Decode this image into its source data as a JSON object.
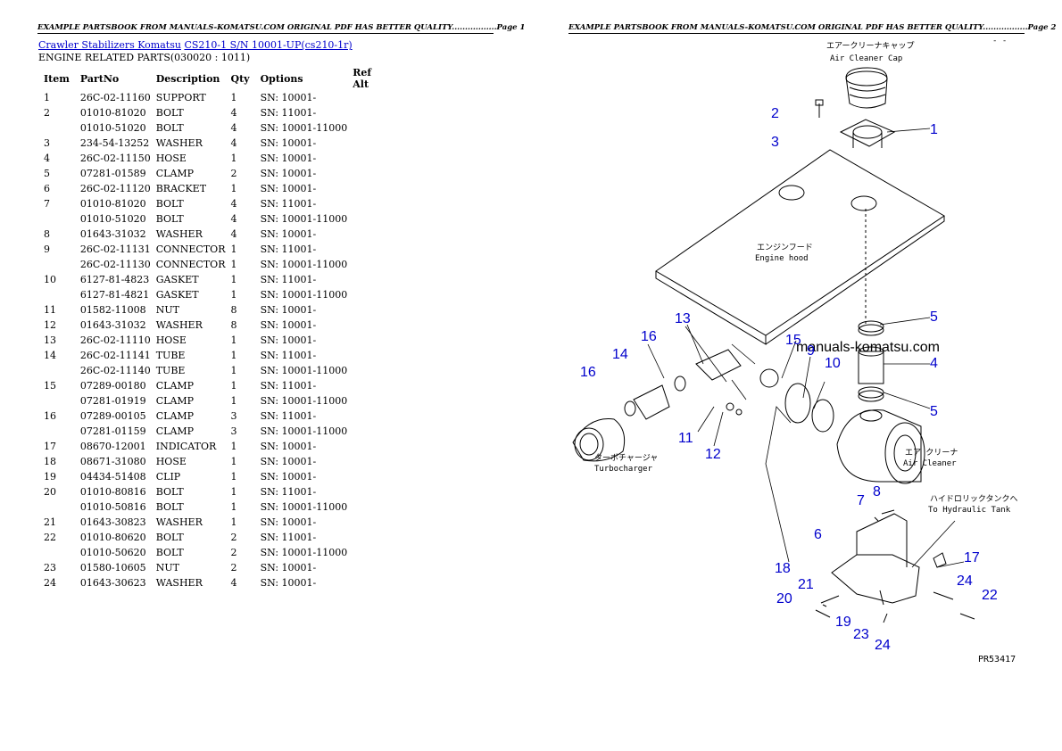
{
  "header": {
    "page1": "EXAMPLE PARTSBOOK FROM MANUALS-KOMATSU.COM ORIGINAL PDF HAS BETTER QUALITY.................Page 1",
    "page2": "EXAMPLE PARTSBOOK FROM MANUALS-KOMATSU.COM ORIGINAL PDF HAS BETTER QUALITY.................Page 2"
  },
  "breadcrumb": {
    "link1": "Crawler Stabilizers Komatsu",
    "link2": "CS210-1 S/N 10001-UP(cs210-1r)"
  },
  "section_title": "ENGINE RELATED PARTS(030020 : 1011)",
  "table": {
    "columns": [
      "Item",
      "PartNo",
      "Description",
      "Qty",
      "Options",
      "Ref Alt"
    ],
    "rows": [
      [
        "1",
        "26C-02-11160",
        "SUPPORT",
        "1",
        "SN: 10001-",
        ""
      ],
      [
        "2",
        "01010-81020",
        "BOLT",
        "4",
        "SN: 11001-",
        ""
      ],
      [
        "",
        "01010-51020",
        "BOLT",
        "4",
        "SN: 10001-11000",
        ""
      ],
      [
        "3",
        "234-54-13252",
        "WASHER",
        "4",
        "SN: 10001-",
        ""
      ],
      [
        "4",
        "26C-02-11150",
        "HOSE",
        "1",
        "SN: 10001-",
        ""
      ],
      [
        "5",
        "07281-01589",
        "CLAMP",
        "2",
        "SN: 10001-",
        ""
      ],
      [
        "6",
        "26C-02-11120",
        "BRACKET",
        "1",
        "SN: 10001-",
        ""
      ],
      [
        "7",
        "01010-81020",
        "BOLT",
        "4",
        "SN: 11001-",
        ""
      ],
      [
        "",
        "01010-51020",
        "BOLT",
        "4",
        "SN: 10001-11000",
        ""
      ],
      [
        "8",
        "01643-31032",
        "WASHER",
        "4",
        "SN: 10001-",
        ""
      ],
      [
        "9",
        "26C-02-11131",
        "CONNECTOR",
        "1",
        "SN: 11001-",
        ""
      ],
      [
        "",
        "26C-02-11130",
        "CONNECTOR",
        "1",
        "SN: 10001-11000",
        ""
      ],
      [
        "10",
        "6127-81-4823",
        "GASKET",
        "1",
        "SN: 11001-",
        ""
      ],
      [
        "",
        "6127-81-4821",
        "GASKET",
        "1",
        "SN: 10001-11000",
        ""
      ],
      [
        "11",
        "01582-11008",
        "NUT",
        "8",
        "SN: 10001-",
        ""
      ],
      [
        "12",
        "01643-31032",
        "WASHER",
        "8",
        "SN: 10001-",
        ""
      ],
      [
        "13",
        "26C-02-11110",
        "HOSE",
        "1",
        "SN: 10001-",
        ""
      ],
      [
        "14",
        "26C-02-11141",
        "TUBE",
        "1",
        "SN: 11001-",
        ""
      ],
      [
        "",
        "26C-02-11140",
        "TUBE",
        "1",
        "SN: 10001-11000",
        ""
      ],
      [
        "15",
        "07289-00180",
        "CLAMP",
        "1",
        "SN: 11001-",
        ""
      ],
      [
        "",
        "07281-01919",
        "CLAMP",
        "1",
        "SN: 10001-11000",
        ""
      ],
      [
        "16",
        "07289-00105",
        "CLAMP",
        "3",
        "SN: 11001-",
        ""
      ],
      [
        "",
        "07281-01159",
        "CLAMP",
        "3",
        "SN: 10001-11000",
        ""
      ],
      [
        "17",
        "08670-12001",
        "INDICATOR",
        "1",
        "SN: 10001-",
        ""
      ],
      [
        "18",
        "08671-31080",
        "HOSE",
        "1",
        "SN: 10001-",
        ""
      ],
      [
        "19",
        "04434-51408",
        "CLIP",
        "1",
        "SN: 10001-",
        ""
      ],
      [
        "20",
        "01010-80816",
        "BOLT",
        "1",
        "SN: 11001-",
        ""
      ],
      [
        "",
        "01010-50816",
        "BOLT",
        "1",
        "SN: 10001-11000",
        ""
      ],
      [
        "21",
        "01643-30823",
        "WASHER",
        "1",
        "SN: 10001-",
        ""
      ],
      [
        "22",
        "01010-80620",
        "BOLT",
        "2",
        "SN: 11001-",
        ""
      ],
      [
        "",
        "01010-50620",
        "BOLT",
        "2",
        "SN: 10001-11000",
        ""
      ],
      [
        "23",
        "01580-10605",
        "NUT",
        "2",
        "SN: 10001-",
        ""
      ],
      [
        "24",
        "01643-30623",
        "WASHER",
        "4",
        "SN: 10001-",
        ""
      ]
    ]
  },
  "diagram": {
    "labels": {
      "air_cleaner_cap_jp": "エアークリーナキャップ",
      "air_cleaner_cap": "Air Cleaner Cap",
      "engine_hood_jp": "エンジンフード",
      "engine_hood": "Engine hood",
      "turbocharger_jp": "ターボチャージャ",
      "turbocharger": "Turbocharger",
      "air_cleaner_jp": "エア クリーナ",
      "air_cleaner": "Air Cleaner",
      "hydraulic_tank_jp": "ハイドロリックタンクへ",
      "hydraulic_tank": "To Hydraulic Tank",
      "watermark": "manuals-komatsu.com",
      "figure_code": "PR53417",
      "corner_mark": "- -"
    },
    "callouts": [
      "1",
      "2",
      "3",
      "4",
      "5",
      "5",
      "6",
      "7",
      "8",
      "9",
      "10",
      "11",
      "12",
      "13",
      "14",
      "15",
      "16",
      "16",
      "17",
      "18",
      "19",
      "20",
      "21",
      "22",
      "23",
      "24",
      "24"
    ]
  }
}
